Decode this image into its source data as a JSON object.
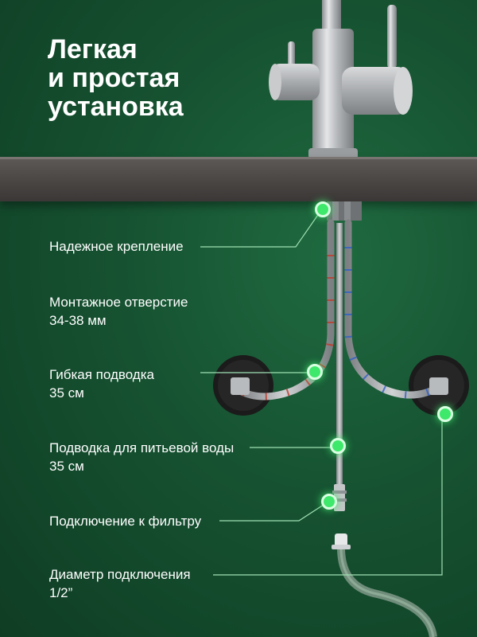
{
  "headline": {
    "line1": "Легкая",
    "line2": "и простая",
    "line3": "установка"
  },
  "callouts": [
    {
      "line1": "Надежное крепление",
      "line2": ""
    },
    {
      "line1": "Монтажное отверстие",
      "line2": "34-38 мм"
    },
    {
      "line1": "Гибкая подводка",
      "line2": "35 см"
    },
    {
      "line1": "Подводка для питьевой воды",
      "line2": "35 см"
    },
    {
      "line1": "Подключение к фильтру",
      "line2": ""
    },
    {
      "line1": "Диаметр подключения",
      "line2": "1/2”"
    }
  ],
  "colors": {
    "background": "#165231",
    "marker": "#3ee86b",
    "text": "#ffffff"
  }
}
